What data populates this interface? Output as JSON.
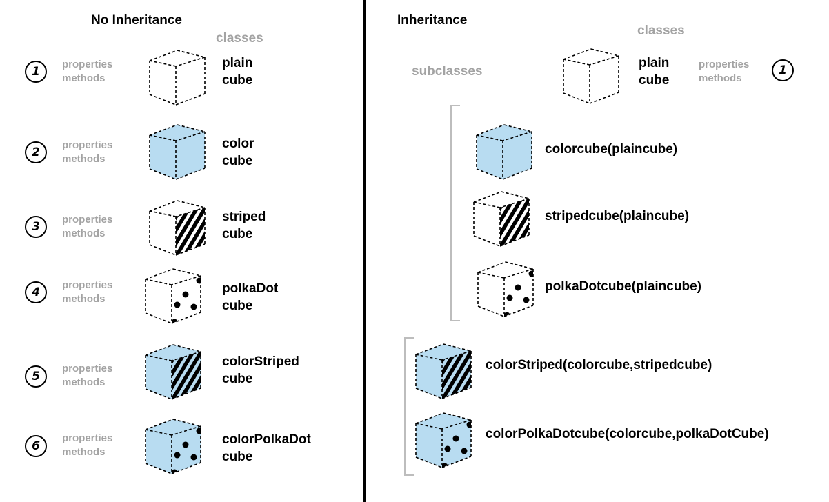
{
  "left": {
    "title": "No Inheritance",
    "column_label": "classes",
    "rows": [
      {
        "number": "1",
        "line1": "properties",
        "line2": "methods",
        "name1": "plain",
        "name2": "cube",
        "fill": "white",
        "pattern": "none"
      },
      {
        "number": "2",
        "line1": "properties",
        "line2": "methods",
        "name1": "color",
        "name2": "cube",
        "fill": "blue",
        "pattern": "none"
      },
      {
        "number": "3",
        "line1": "properties",
        "line2": "methods",
        "name1": "striped",
        "name2": "cube",
        "fill": "white",
        "pattern": "stripes"
      },
      {
        "number": "4",
        "line1": "properties",
        "line2": "methods",
        "name1": "polkaDot",
        "name2": "cube",
        "fill": "white",
        "pattern": "dots"
      },
      {
        "number": "5",
        "line1": "properties",
        "line2": "methods",
        "name1": "colorStriped",
        "name2": "cube",
        "fill": "blue",
        "pattern": "stripes"
      },
      {
        "number": "6",
        "line1": "properties",
        "line2": "methods",
        "name1": "colorPolkaDot",
        "name2": "cube",
        "fill": "blue",
        "pattern": "dots"
      }
    ]
  },
  "right": {
    "title": "Inheritance",
    "column_label": "classes",
    "subclasses_label": "subclasses",
    "base": {
      "number": "1",
      "line1": "properties",
      "line2": "methods",
      "name1": "plain",
      "name2": "cube",
      "fill": "white",
      "pattern": "none"
    },
    "group1": [
      {
        "label": "colorcube(plaincube)",
        "fill": "blue",
        "pattern": "none"
      },
      {
        "label": "stripedcube(plaincube)",
        "fill": "white",
        "pattern": "stripes"
      },
      {
        "label": "polkaDotcube(plaincube)",
        "fill": "white",
        "pattern": "dots"
      }
    ],
    "group2": [
      {
        "label": "colorStriped(colorcube,stripedcube)",
        "fill": "blue",
        "pattern": "stripes"
      },
      {
        "label": "colorPolkaDotcube(colorcube,polkaDotCube)",
        "fill": "blue",
        "pattern": "dots"
      }
    ]
  },
  "colors": {
    "cube_blue": "#b8dcf1",
    "label_gray": "#a3a3a3",
    "bracket_gray": "#bdbdbd",
    "line_black": "#000000"
  }
}
